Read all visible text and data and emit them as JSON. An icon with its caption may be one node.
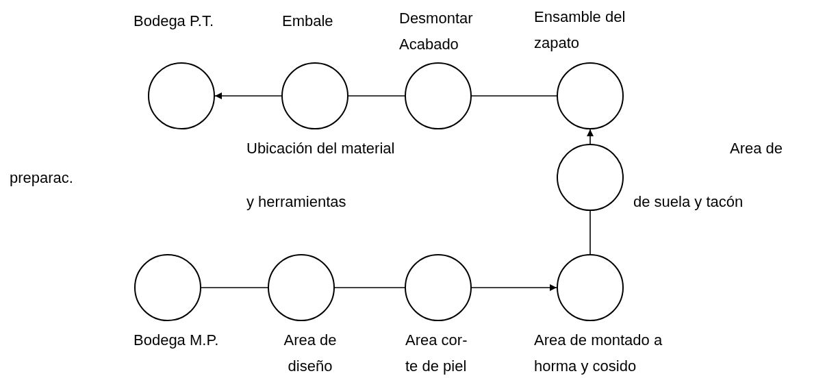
{
  "diagram": {
    "nodes": [
      {
        "text": [
          "Bodega P.T."
        ]
      },
      {
        "text": [
          "Embale"
        ]
      },
      {
        "text": [
          "Desmontar Acabado"
        ]
      },
      {
        "text": [
          "Ensamble del zapato"
        ]
      },
      {
        "text": [],
        "shape": "circle"
      },
      {
        "text": [
          "Bodega M.P."
        ]
      },
      {
        "text": [
          "Area de diseño"
        ]
      },
      {
        "text": [
          "Area cor- te de piel"
        ]
      },
      {
        "text": [
          "Area de montado a horma y cosido"
        ]
      }
    ],
    "edges": [
      {
        "from": 1,
        "to": 0,
        "arrow": "to"
      },
      {
        "from": 2,
        "to": 1,
        "arrow": "none"
      },
      {
        "from": 3,
        "to": 2,
        "arrow": "none"
      },
      {
        "from": 4,
        "to": 3,
        "arrow": "to"
      },
      {
        "from": 8,
        "to": 4,
        "arrow": "none"
      },
      {
        "from": 5,
        "to": 6,
        "arrow": "none"
      },
      {
        "from": 6,
        "to": 7,
        "arrow": "none"
      },
      {
        "from": 7,
        "to": 8,
        "arrow": "to"
      }
    ],
    "labels": [
      "Ubicación del material",
      "Area de",
      "preparac.",
      "y herramientas",
      "de suela y tacón"
    ]
  }
}
